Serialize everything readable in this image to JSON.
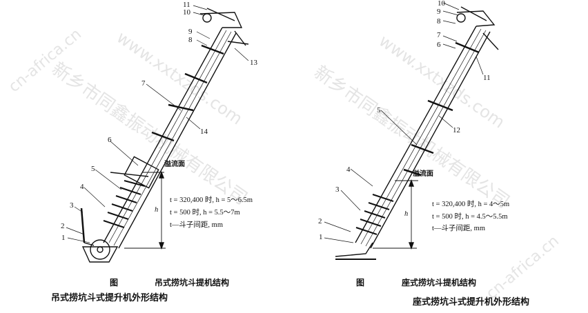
{
  "watermarks": {
    "left_url": "cn-africa.cn",
    "left_company": "新乡市同鑫振动机械有限公司",
    "left_url2": "www.xxtxzds.com",
    "right_company": "新乡市同鑫振动机械有限公司",
    "right_url": "www.xxtxzds.com",
    "right_url2": "cn-africa.cn"
  },
  "left_figure": {
    "labels": [
      "1",
      "2",
      "3",
      "4",
      "5",
      "6",
      "7",
      "8",
      "9",
      "10",
      "11",
      "13",
      "14"
    ],
    "overflow_label": "溢流面",
    "h_label": "h",
    "formulas": [
      "t = 320,400 时, h = 5～6.5m",
      "t = 500 时, h = 5.5～7m",
      "t—斗子间距, mm"
    ],
    "fig_prefix": "图",
    "fig_title": "吊式捞坑斗提机结构",
    "caption": "吊式捞坑斗式提升机外形结构"
  },
  "right_figure": {
    "labels": [
      "1",
      "2",
      "3",
      "4",
      "5",
      "6",
      "7",
      "8",
      "9",
      "10",
      "11",
      "12"
    ],
    "overflow_label": "溢流面",
    "h_label": "h",
    "formulas": [
      "t = 320,400 时, h = 4～5m",
      "t = 500 时, h = 4.5～5.5m",
      "t—斗子间距, mm"
    ],
    "fig_prefix": "图",
    "fig_title": "座式捞坑斗提机结构",
    "caption": "座式捞坑斗式提升机外形结构"
  }
}
